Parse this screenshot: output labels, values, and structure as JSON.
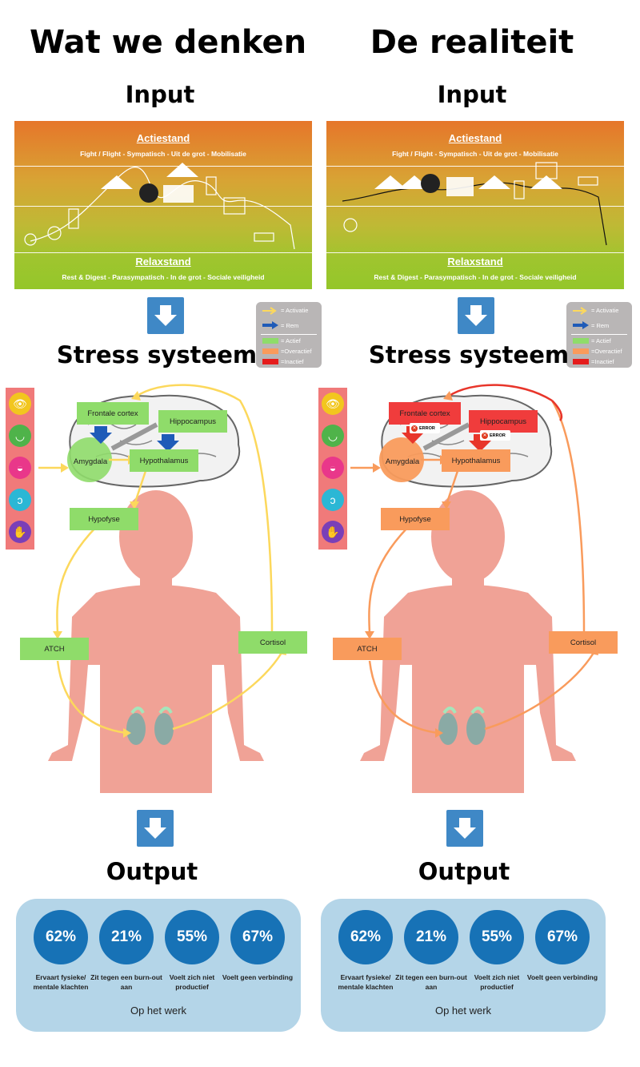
{
  "columns": {
    "left": {
      "title": "Wat we denken",
      "input_title": "Input",
      "stress_title": "Stress systeem",
      "output_title": "Output",
      "input_box": {
        "top_heading": "Actiestand",
        "top_sub": "Fight / Flight  -  Sympatisch  -  Uit de grot  -  Mobilisatie",
        "bottom_heading": "Relaxstand",
        "bottom_sub": "Rest & Digest  -  Parasympatisch  -  In de grot  -  Sociale veiligheid"
      },
      "nodes": {
        "frontale": "Frontale cortex",
        "hippocampus": "Hippocampus",
        "amygdala": "Amygdala",
        "hypothalamus": "Hypothalamus",
        "hypofyse": "Hypofyse",
        "atch": "ATCH",
        "cortisol": "Cortisol"
      },
      "stats": [
        {
          "value": "62%",
          "label": "Ervaart fysieke/ mentale klachten"
        },
        {
          "value": "21%",
          "label": "Zit tegen een burn-out aan"
        },
        {
          "value": "55%",
          "label": "Voelt zich niet productief"
        },
        {
          "value": "67%",
          "label": "Voelt geen verbinding"
        }
      ],
      "output_footer": "Op het werk"
    },
    "right": {
      "title": "De realiteit",
      "input_title": "Input",
      "stress_title": "Stress systeem",
      "output_title": "Output",
      "input_box": {
        "top_heading": "Actiestand",
        "top_sub": "Fight / Flight  -  Sympatisch  -  Uit de grot  -  Mobilisatie",
        "bottom_heading": "Relaxstand",
        "bottom_sub": "Rest & Digest  -  Parasympatisch  -  In de grot  -  Sociale veiligheid"
      },
      "nodes": {
        "frontale": "Frontale cortex",
        "hippocampus": "Hippocampus",
        "amygdala": "Amygdala",
        "hypothalamus": "Hypothalamus",
        "hypofyse": "Hypofyse",
        "atch": "ATCH",
        "cortisol": "Cortisol"
      },
      "error_label": "ERROR",
      "stats": [
        {
          "value": "62%",
          "label": "Ervaart fysieke/ mentale klachten"
        },
        {
          "value": "21%",
          "label": "Zit tegen een burn-out aan"
        },
        {
          "value": "55%",
          "label": "Voelt zich niet productief"
        },
        {
          "value": "67%",
          "label": "Voelt geen verbinding"
        }
      ],
      "output_footer": "Op het werk"
    }
  },
  "legend": {
    "activatie": "= Activatie",
    "rem": "= Rem",
    "actief": "= Actief",
    "overactief": "=Overactief",
    "inactief": "=Inactief"
  },
  "senses": [
    "eye-icon",
    "nose-icon",
    "mouth-icon",
    "ear-icon",
    "hand-icon"
  ],
  "colors": {
    "actief": "#8fdc6a",
    "overactief": "#f99b5c",
    "inactief": "#f03c3c",
    "activatie_arrow": "#fcd85c",
    "rem_arrow": "#1f5bb8",
    "body": "#f0a296",
    "stat_circle": "#1772b6",
    "output_bg": "#b4d5e8",
    "button": "#3f88c6"
  }
}
